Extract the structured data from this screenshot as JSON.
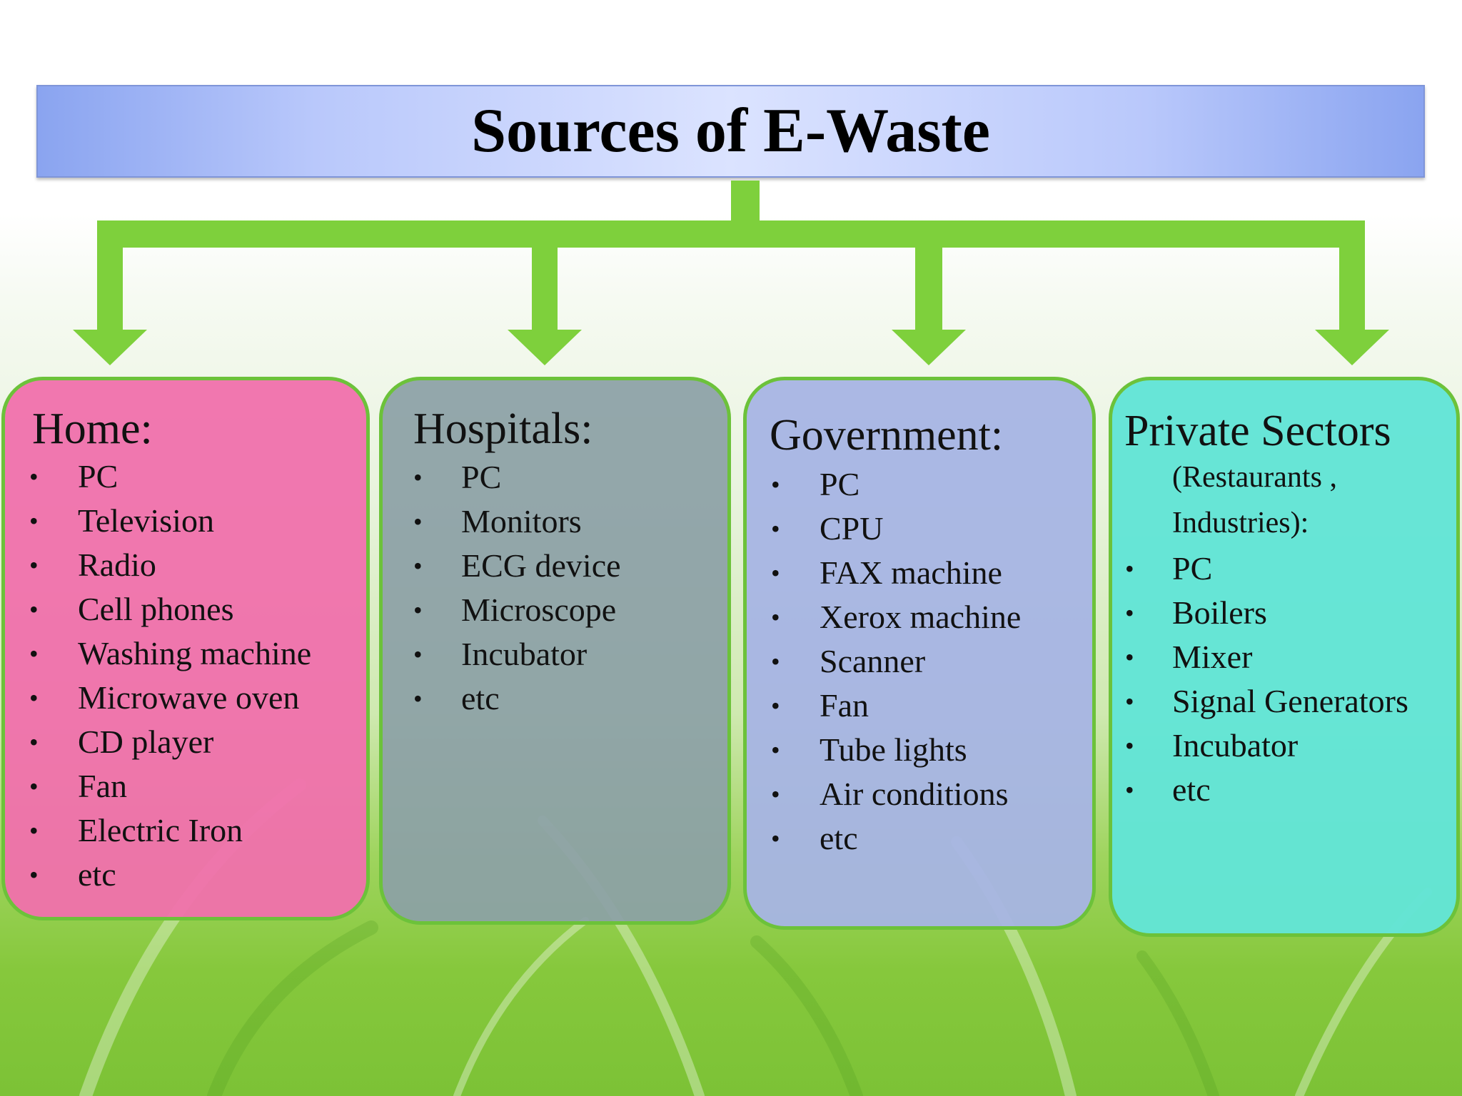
{
  "title": "Sources of E-Waste",
  "colors": {
    "title_bar_edge": "#8aa4f0",
    "title_bar_center": "#dbe3ff",
    "connector": "#7ed03c",
    "box_border": "#6cc23a",
    "home_box": "#f070ac",
    "hospitals_box": "#8ca0a6",
    "government_box": "#a7b4e4",
    "private_box": "#62e4d6"
  },
  "categories": {
    "home": {
      "heading": "Home:",
      "items": [
        "PC",
        "Television",
        "Radio",
        "Cell phones",
        "Washing machine",
        "Microwave oven",
        "CD player",
        "Fan",
        "Electric Iron",
        "etc"
      ]
    },
    "hospitals": {
      "heading": "Hospitals:",
      "items": [
        "PC",
        "Monitors",
        "ECG device",
        "Microscope",
        "Incubator",
        "etc"
      ]
    },
    "government": {
      "heading": "Government:",
      "items": [
        "PC",
        "CPU",
        "FAX machine",
        "Xerox machine",
        "Scanner",
        "Fan",
        "Tube lights",
        "Air conditions",
        "etc"
      ]
    },
    "private": {
      "heading": "Private Sectors",
      "subheading_line1": "(Restaurants ,",
      "subheading_line2": "Industries):",
      "items": [
        "PC",
        "Boilers",
        "Mixer",
        "Signal Generators",
        "Incubator",
        "etc"
      ]
    }
  },
  "bullet": "•"
}
